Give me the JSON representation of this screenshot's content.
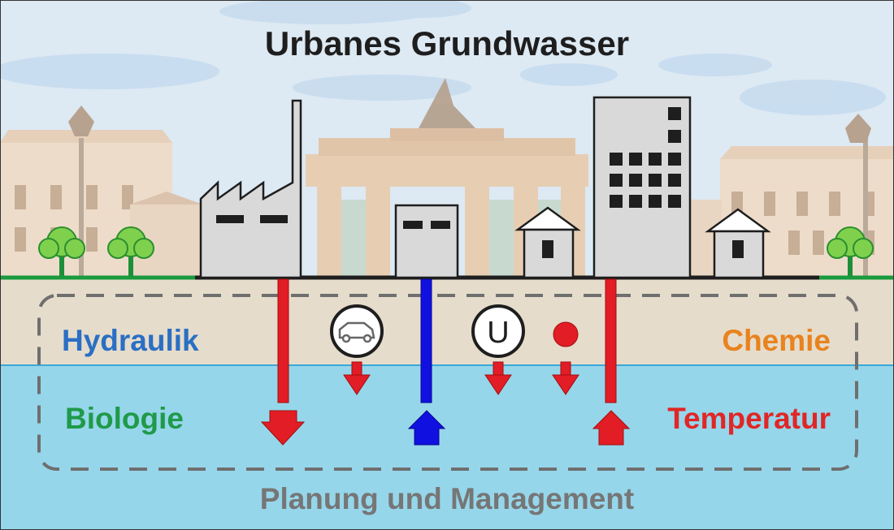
{
  "title": "Urbanes Grundwasser",
  "labels": {
    "hydraulik": "Hydraulik",
    "chemie": "Chemie",
    "biologie": "Biologie",
    "temperatur": "Temperatur",
    "planung": "Planung und Management"
  },
  "icons": {
    "car_marker": "car-icon",
    "subway_marker": "U",
    "point_source": "red-dot-icon"
  },
  "colors": {
    "sky": "#dde9f3",
    "soil": "#e6dccb",
    "groundwater": "#96d6ea",
    "grass": "#1a9a3e",
    "title": "#1e1e1e",
    "hydraulik": "#2a6fc4",
    "chemie": "#e8831f",
    "biologie": "#1f9a4a",
    "temperatur": "#e02626",
    "planung": "#767676",
    "arrow_red": "#e21d25",
    "arrow_blue": "#1010e0",
    "building": "#d9d9d9",
    "dashed_frame": "#6f6f6f"
  }
}
